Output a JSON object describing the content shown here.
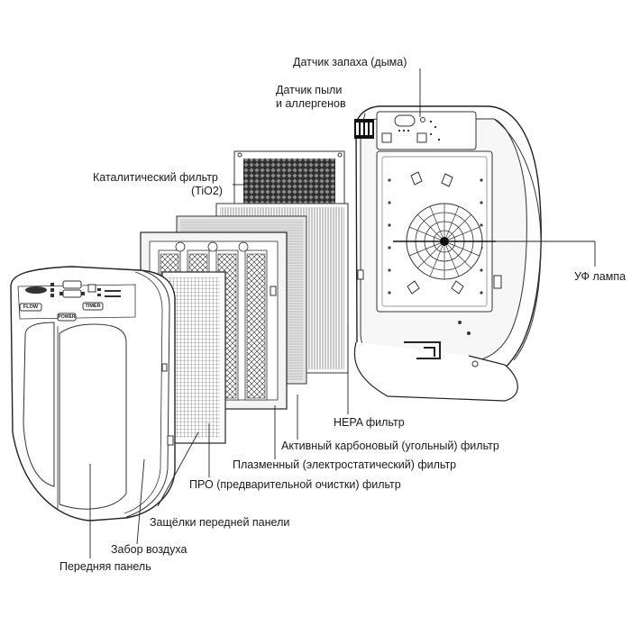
{
  "labels": {
    "odor_sensor": "Датчик запаха (дыма)",
    "dust_sensor_line1": "Датчик пыли",
    "dust_sensor_line2": "и аллергенов",
    "catalytic_filter_line1": "Каталитический фильтр",
    "catalytic_filter_line2": "(TiO2)",
    "uv_lamp": "УФ лампа",
    "hepa_filter": "HEPA фильтр",
    "carbon_filter": "Активный карбоновый (угольный) фильтр",
    "plasma_filter": "Плазменный (электростатический) фильтр",
    "pre_filter": "ПРО (предварительной очистки) фильтр",
    "panel_latches": "Защёлки передней панели",
    "air_intake": "Забор воздуха",
    "front_panel": "Передняя панель"
  },
  "control_panel": {
    "button_flow": "FLOW",
    "button_timer": "TIMER",
    "button_power": "POWER"
  },
  "colors": {
    "line": "#222222",
    "mesh": "#555555",
    "hepa": "#d9d9d9",
    "carbon": "#e6e6e6",
    "plasma_frame": "#f2f2f2",
    "catalytic_fill": "#3a3a3a"
  }
}
